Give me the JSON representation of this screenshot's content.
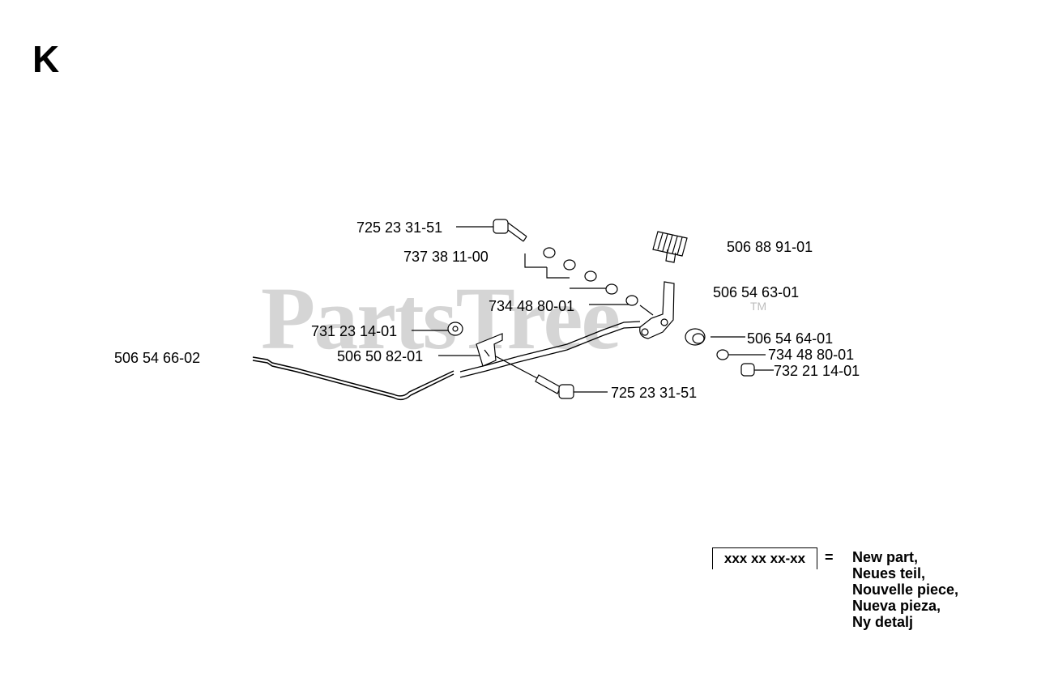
{
  "section_letter": "K",
  "watermark": {
    "text": "PartsTree",
    "trademark": "TM"
  },
  "part_labels": [
    "725 23 31-51",
    "737 38 11-00",
    "734 48 80-01",
    "731 23 14-01",
    "506 50 82-01",
    "506 54 66-02",
    "725 23 31-51",
    "506 88 91-01",
    "506 54 63-01",
    "506 54 64-01",
    "734 48 80-01",
    "732 21 14-01"
  ],
  "legend": {
    "placeholder_code": "xxx xx xx-xx",
    "equals": "=",
    "lines": [
      "New part,",
      "Neues teil,",
      "Nouvelle piece,",
      "Nueva pieza,",
      "Ny detalj"
    ]
  }
}
